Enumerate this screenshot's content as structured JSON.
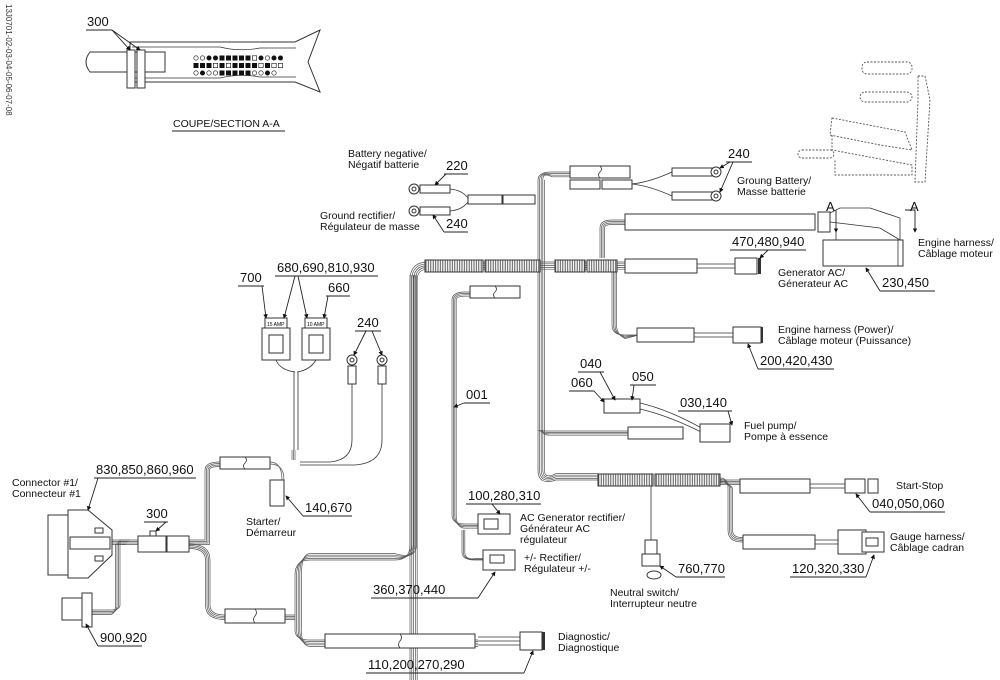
{
  "document_id": "13J0701-02-03-04-05-06-07-08",
  "section_view": {
    "title": "COUPE/SECTION A-A",
    "callout": "300"
  },
  "section_markers": [
    "A",
    "A"
  ],
  "callouts": {
    "battery_negative": "220",
    "ground_rectifier": "240",
    "ground_battery": "240",
    "generator_ac": "470,480,940",
    "engine_harness": "230,450",
    "engine_power": "200,420,430",
    "fuse_700": "700",
    "fuse_group": "680,690,810,930",
    "fuse_660": "660",
    "ring_terminals": "240",
    "main_harness": "001",
    "fuel_040": "040",
    "fuel_060": "060",
    "fuel_050": "050",
    "fuel_pump": "030,140",
    "connector1": "830,850,860,960",
    "splice_300": "300",
    "starter": "140,670",
    "ac_gen_rectifier": "100,280,310",
    "rectifier": "360,370,440",
    "neutral_switch": "760,770",
    "start_stop": "040,050,060",
    "gauge_harness": "120,320,330",
    "connector2": "900,920",
    "diagnostic": "110,200,270,290"
  },
  "labels": {
    "battery_negative": [
      "Battery negative/",
      "Négatif batterie"
    ],
    "ground_rectifier": [
      "Ground rectifier/",
      "Régulateur de masse"
    ],
    "ground_battery": [
      "Groung Battery/",
      "Masse batterie"
    ],
    "engine_harness": [
      "Engine harness/",
      "Câblage moteur"
    ],
    "generator_ac": [
      "Generator AC/",
      "Génerateur AC"
    ],
    "engine_power": [
      "Engine harness (Power)/",
      "Câblage moteur (Puissance)"
    ],
    "fuel_pump": [
      "Fuel pump/",
      "Pompe à essence"
    ],
    "connector1": [
      "Connector #1/",
      "Connecteur #1"
    ],
    "starter": [
      "Starter/",
      "Démarreur"
    ],
    "ac_gen_rectifier": [
      "AC Generator rectifier/",
      "Générateur AC",
      "régulateur"
    ],
    "rectifier": [
      "+/- Rectifier/",
      "Régulateur +/-"
    ],
    "start_stop": [
      "Start-Stop"
    ],
    "gauge_harness": [
      "Gauge harness/",
      "Câblage cadran"
    ],
    "neutral_switch": [
      "Neutral switch/",
      "Interrupteur neutre"
    ],
    "diagnostic": [
      "Diagnostic/",
      "Diagnostique"
    ]
  },
  "fuse_ratings": [
    "15 AMP",
    "10 AMP"
  ]
}
